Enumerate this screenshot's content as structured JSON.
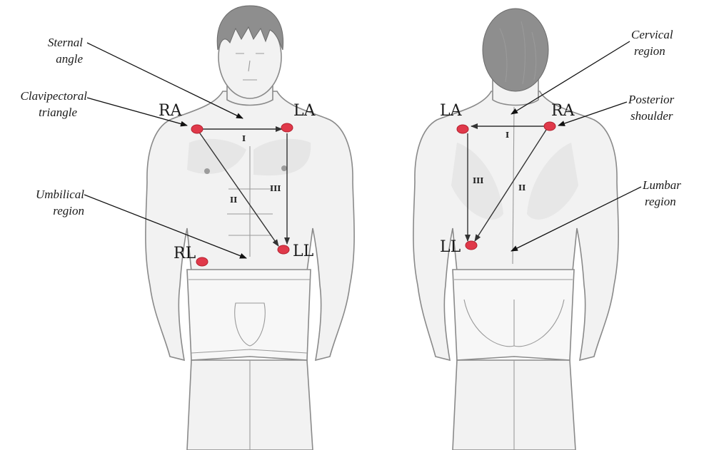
{
  "front": {
    "labels": {
      "sternal_angle": [
        "Sternal",
        "angle"
      ],
      "clavipectoral_triangle": [
        "Clavipectoral",
        "triangle"
      ],
      "umbilical_region": [
        "Umbilical",
        "region"
      ]
    },
    "electrodes": {
      "ra": "RA",
      "la": "LA",
      "ll": "LL",
      "rl": "RL"
    },
    "leads": {
      "lead_1": "I",
      "lead_2": "II",
      "lead_3": "III"
    }
  },
  "back": {
    "labels": {
      "cervical_region": [
        "Cervical",
        "region"
      ],
      "posterior_shoulder": [
        "Posterior",
        "shoulder"
      ],
      "lumbar_region": [
        "Lumbar",
        "region"
      ]
    },
    "electrodes": {
      "la": "LA",
      "ra": "RA",
      "ll": "LL"
    },
    "leads": {
      "lead_1": "I",
      "lead_2": "II",
      "lead_3": "III"
    }
  },
  "colors": {
    "electrode": "#e0394a",
    "lead_line": "#333333",
    "body_outline": "#8a8a8a"
  }
}
